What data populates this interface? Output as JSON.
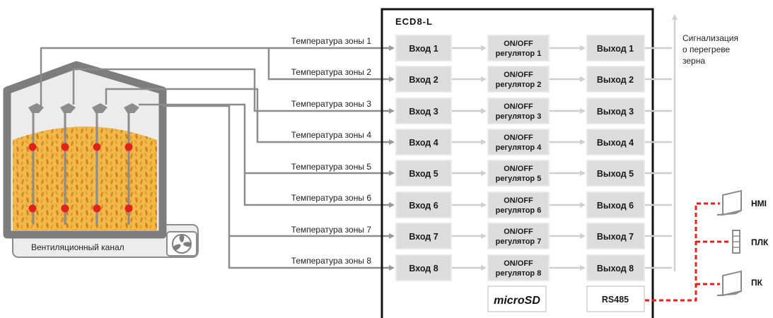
{
  "controller": {
    "title": "ECD8-L",
    "inputs": [
      "Вход 1",
      "Вход 2",
      "Вход 3",
      "Вход 4",
      "Вход 5",
      "Вход 6",
      "Вход 7",
      "Вход 8"
    ],
    "regulators": [
      {
        "line1": "ON/OFF",
        "line2": "регулятор 1"
      },
      {
        "line1": "ON/OFF",
        "line2": "регулятор 2"
      },
      {
        "line1": "ON/OFF",
        "line2": "регулятор 3"
      },
      {
        "line1": "ON/OFF",
        "line2": "регулятор 4"
      },
      {
        "line1": "ON/OFF",
        "line2": "регулятор 5"
      },
      {
        "line1": "ON/OFF",
        "line2": "регулятор 6"
      },
      {
        "line1": "ON/OFF",
        "line2": "регулятор 7"
      },
      {
        "line1": "ON/OFF",
        "line2": "регулятор 8"
      }
    ],
    "outputs": [
      "Выход 1",
      "Выход 2",
      "Выход 3",
      "Выход 4",
      "Выход 5",
      "Выход 6",
      "Выход 7",
      "Выход 8"
    ],
    "microsd_logo": "microSD",
    "rs485": "RS485"
  },
  "zones": [
    "Температура зоны 1",
    "Температура  зоны 2",
    "Температура  зоны 3",
    "Температура зоны 4",
    "Температура зоны 5",
    "Температура зоны 6",
    "Температура зоны 7",
    "Температура зоны 8"
  ],
  "alarm": {
    "line1": "Сигнализация",
    "line2": "о перегреве",
    "line3": "зерна"
  },
  "silo": {
    "vent_label": "Вентиляционный канал"
  },
  "devices": [
    {
      "label": "HMI",
      "icon": "laptop-icon"
    },
    {
      "label": "ПЛК",
      "icon": "plc-icon"
    },
    {
      "label": "ПК",
      "icon": "laptop-icon"
    }
  ],
  "colors": {
    "line_gray": "#8c8c8c",
    "box_fill": "#dcdcdc",
    "grain": "#f0b544",
    "sensor_red": "#e3211c",
    "network_red": "#e3211c"
  }
}
